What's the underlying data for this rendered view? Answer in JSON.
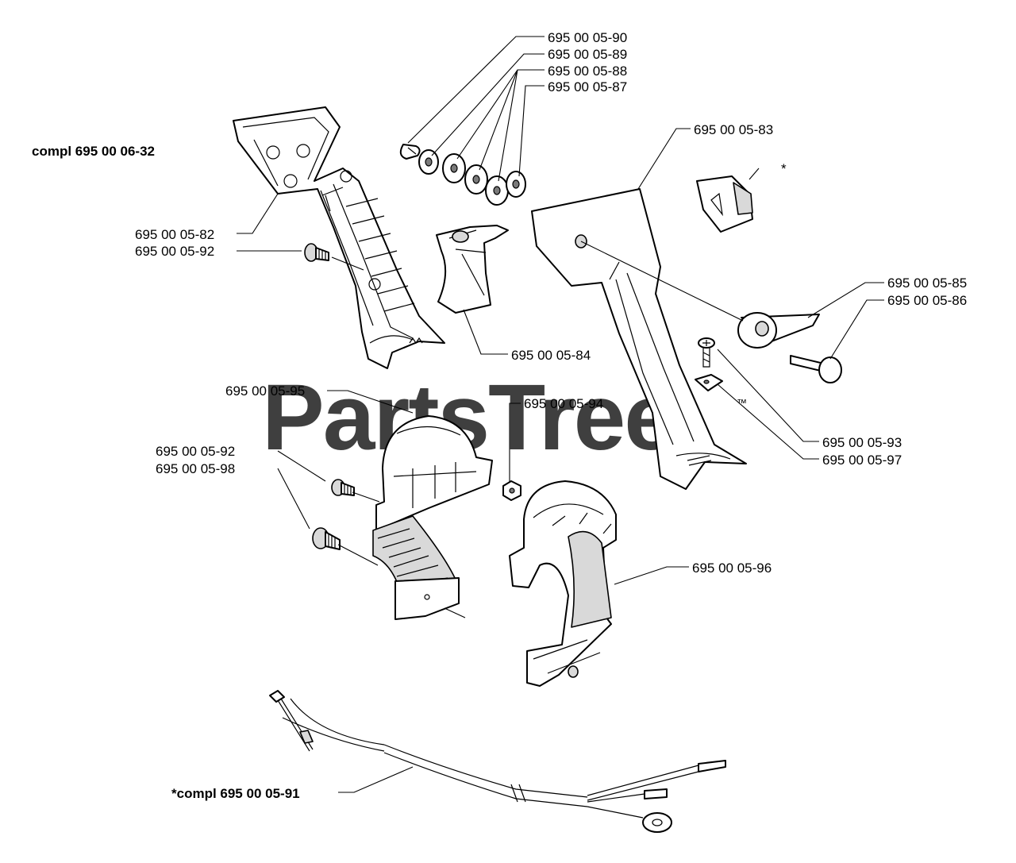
{
  "watermark": "PartsTree",
  "watermark_mark": "™",
  "asterisk_note": "*",
  "labels": {
    "assembly_left": "compl 695 00 06-32",
    "assembly_wire": "*compl 695 00 05-91",
    "p0590": "695 00 05-90",
    "p0589": "695 00 05-89",
    "p0588": "695 00 05-88",
    "p0587": "695 00 05-87",
    "p0583": "695 00 05-83",
    "p0582": "695 00 05-82",
    "p0592a": "695 00 05-92",
    "p0584": "695 00 05-84",
    "p0585": "695 00 05-85",
    "p0586": "695 00 05-86",
    "p0595": "695 00 05-95",
    "p0594": "695 00 05-94",
    "p0592b": "695 00 05-92",
    "p0598": "695 00 05-98",
    "p0593": "695 00 05-93",
    "p0597": "695 00 05-97",
    "p0596": "695 00 05-96"
  }
}
